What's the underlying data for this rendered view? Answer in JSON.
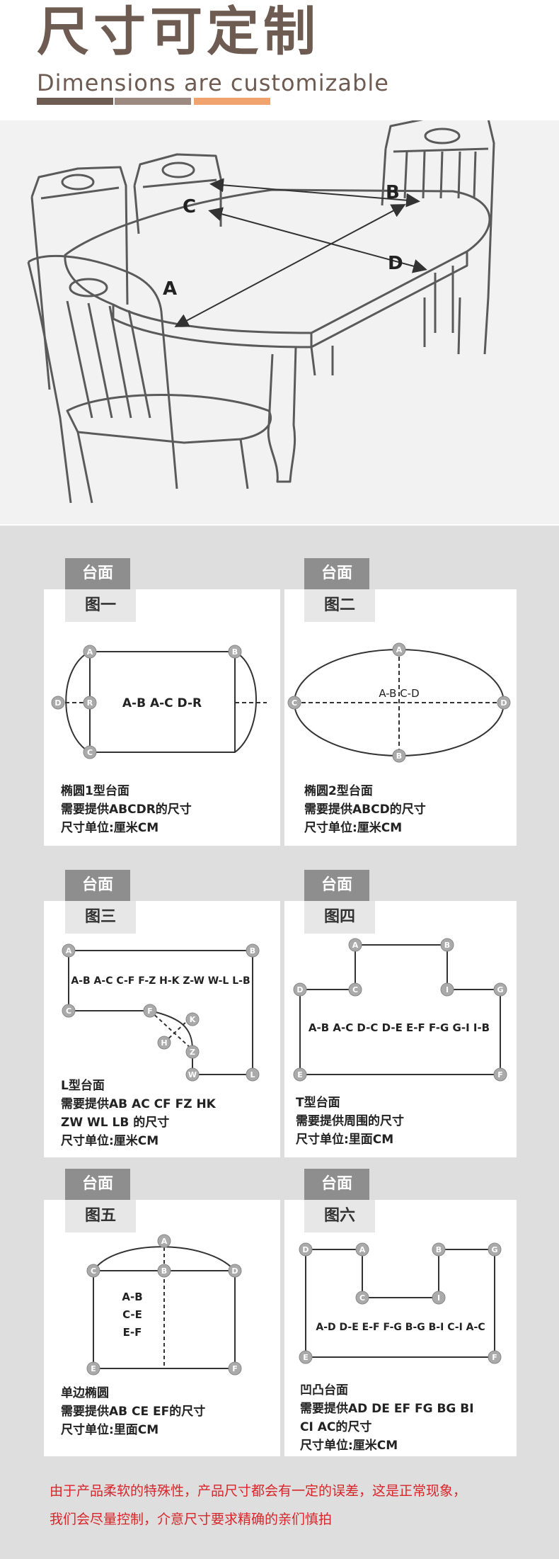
{
  "header": {
    "title_cn": "尺寸可定制",
    "title_en": "Dimensions are customizable",
    "bar_colors": [
      "#6e5c52",
      "#9c8a80",
      "#f0a36f"
    ]
  },
  "hero": {
    "labels": {
      "a": "A",
      "b": "B",
      "c": "C",
      "d": "D"
    }
  },
  "cards": [
    {
      "tag": "台面",
      "subtag": "图一",
      "diagram_text": "A-B A-C D-R",
      "desc": [
        "椭圆1型台面",
        "需要提供ABCDR的尺寸",
        "尺寸单位:厘米CM"
      ]
    },
    {
      "tag": "台面",
      "subtag": "图二",
      "diagram_text": "A-B C-D",
      "desc": [
        "椭圆2型台面",
        "需要提供ABCD的尺寸",
        "尺寸单位:厘米CM"
      ]
    },
    {
      "tag": "台面",
      "subtag": "图三",
      "diagram_text": "A-B A-C C-F F-Z H-K Z-W W-L L-B",
      "desc": [
        "L型台面",
        "需要提供AB AC CF FZ HK",
        "ZW WL LB 的尺寸",
        "尺寸单位:厘米CM"
      ]
    },
    {
      "tag": "台面",
      "subtag": "图四",
      "diagram_text": "A-B A-C D-C D-E E-F F-G G-I I-B",
      "desc": [
        "T型台面",
        "需要提供周围的尺寸",
        "尺寸单位:里面CM"
      ]
    },
    {
      "tag": "台面",
      "subtag": "图五",
      "diagram_text": [
        "A-B",
        "C-E",
        "E-F"
      ],
      "desc": [
        "单边椭圆",
        "需要提供AB CE EF的尺寸",
        "尺寸单位:里面CM"
      ]
    },
    {
      "tag": "台面",
      "subtag": "图六",
      "diagram_text": "A-D D-E E-F F-G B-G B-I C-I A-C",
      "desc": [
        "凹凸台面",
        "需要提供AD DE EF FG BG BI",
        "CI AC的尺寸",
        "尺寸单位:厘米CM"
      ]
    }
  ],
  "point_labels": {
    "a": "A",
    "b": "B",
    "c": "C",
    "d": "D",
    "e": "E",
    "f": "F",
    "g": "G",
    "h": "H",
    "i": "I",
    "k": "K",
    "l": "L",
    "r": "R",
    "w": "W",
    "z": "Z"
  },
  "footer": {
    "line1": "由于产品柔软的特殊性，产品尺寸都会有一定的误差，这是正常现象，",
    "line2": "我们会尽量控制，介意尺寸要求精确的亲们慎拍",
    "color": "#d9262a"
  }
}
